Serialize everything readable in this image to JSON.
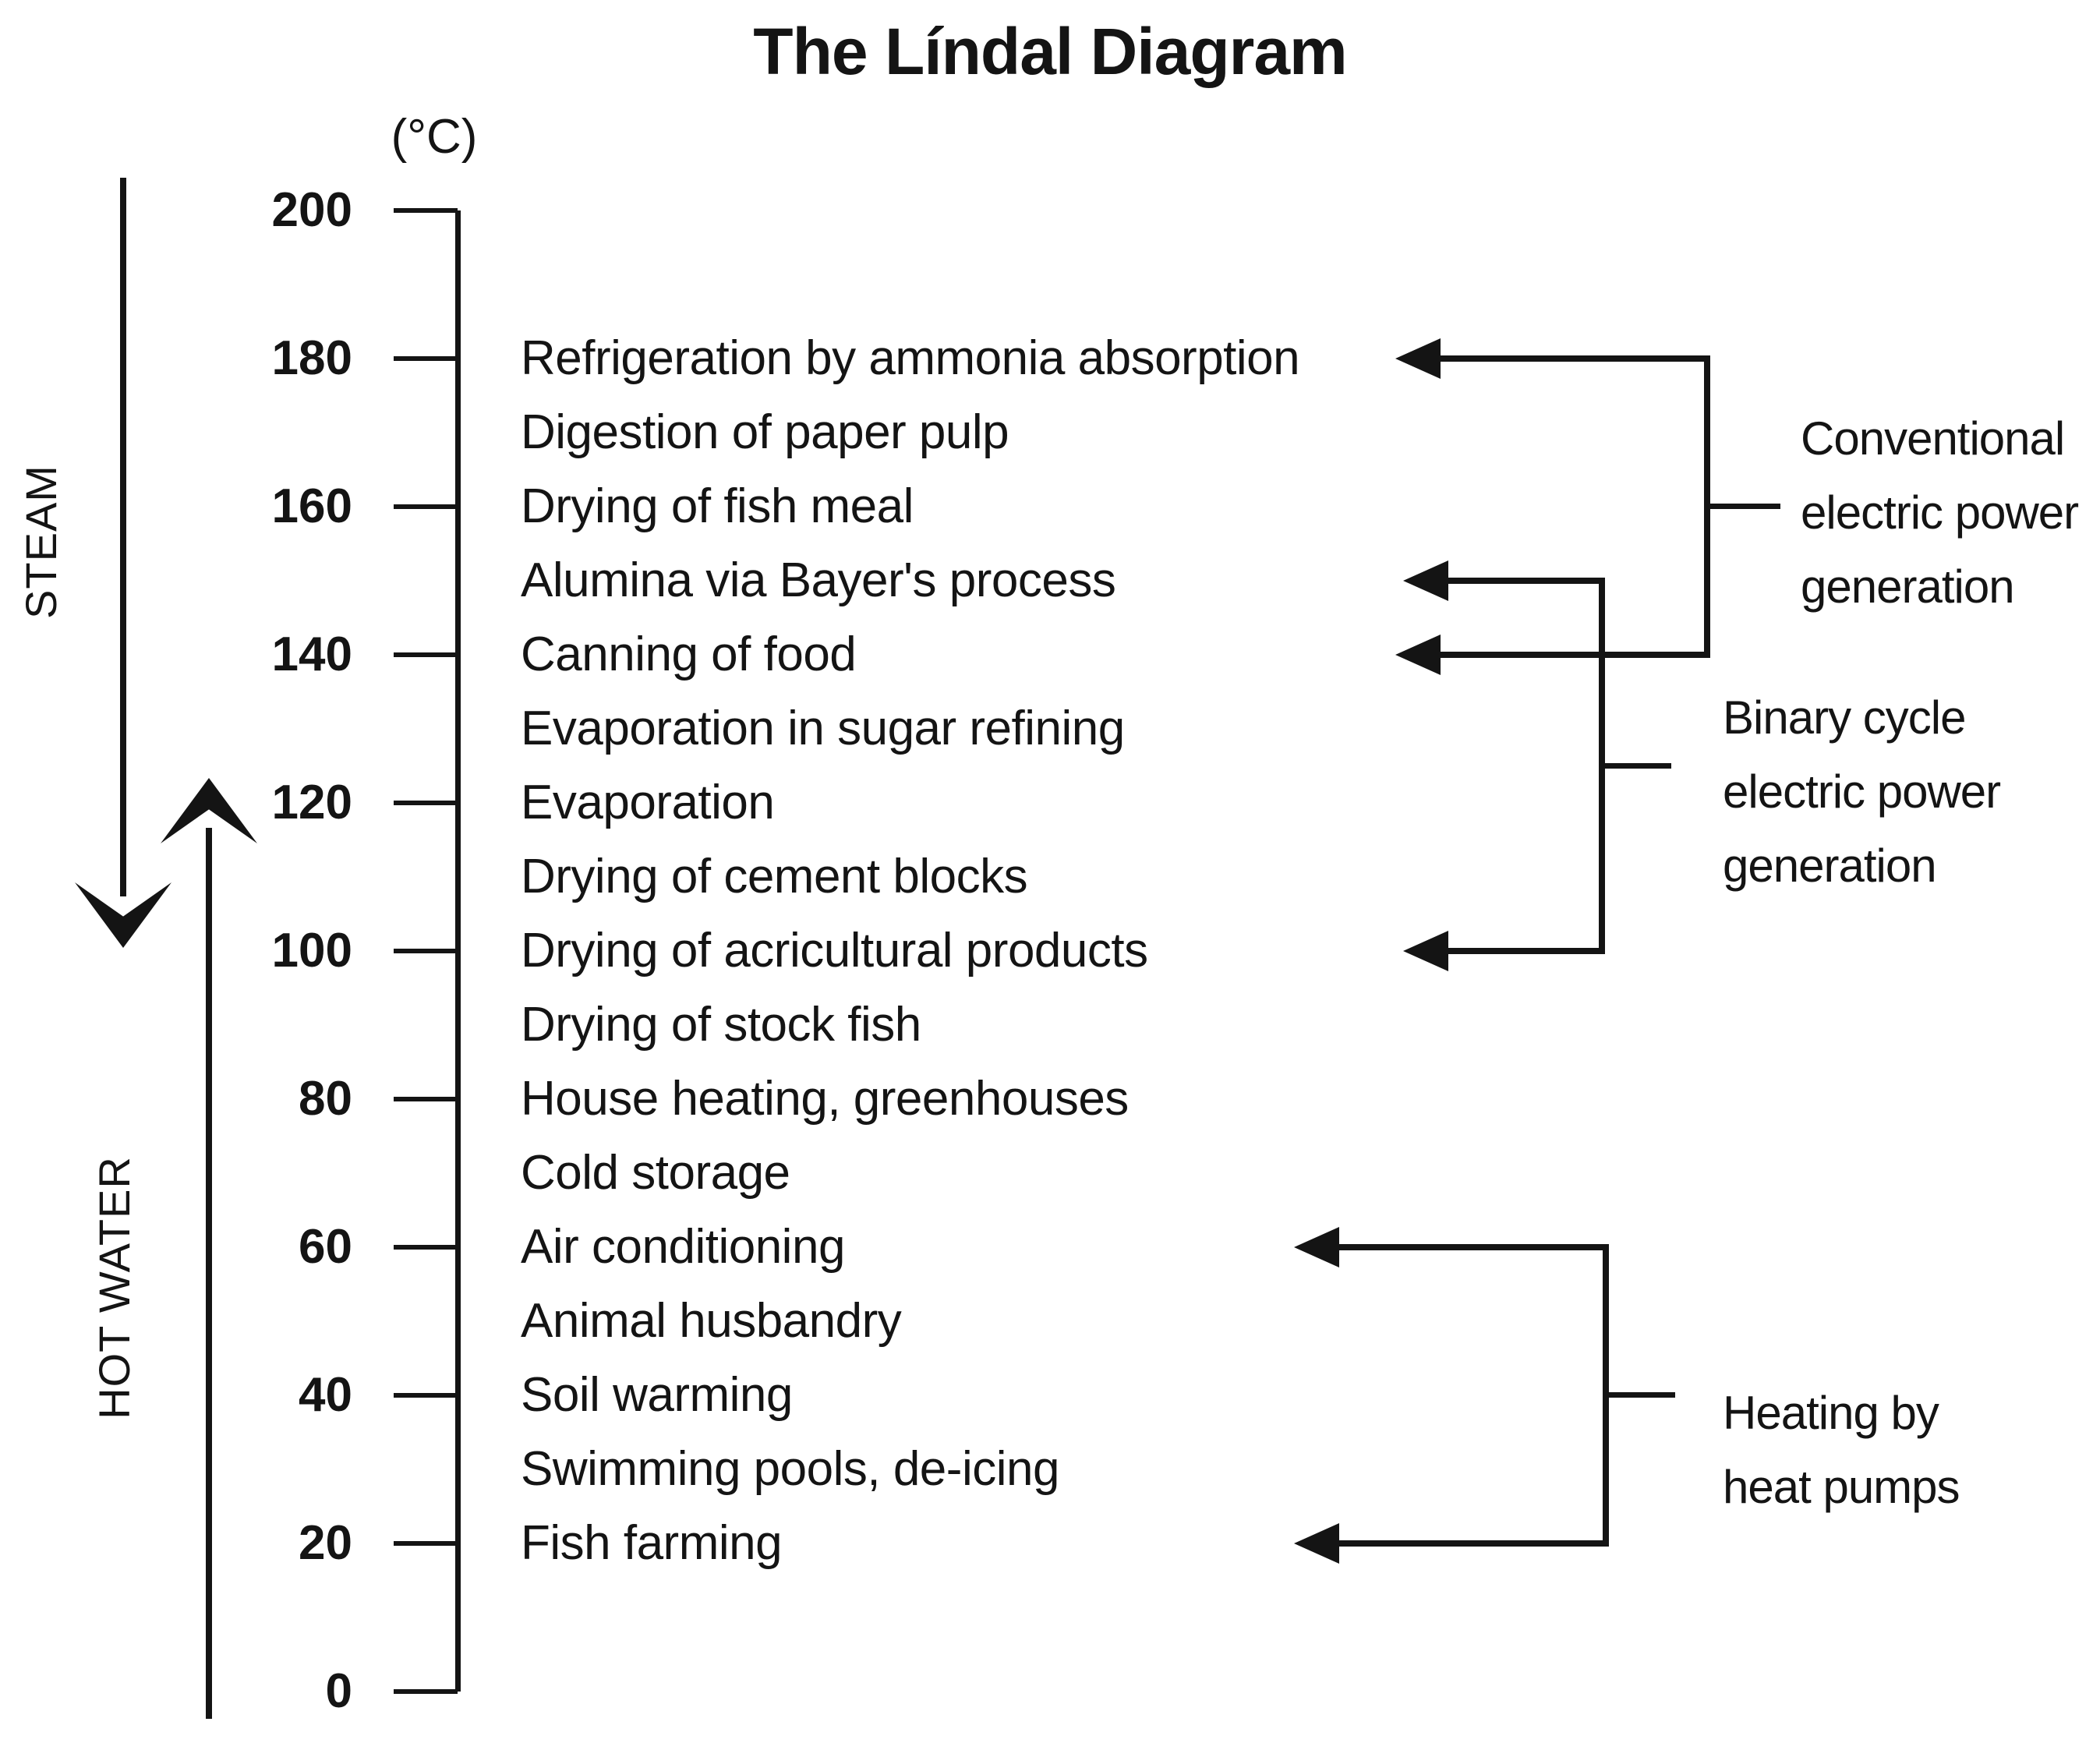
{
  "title": "The Líndal Diagram",
  "axis": {
    "unit_label": "(°C)",
    "min_c": 0,
    "max_c": 200,
    "tick_step_c": 20,
    "ticks": [
      200,
      180,
      160,
      140,
      120,
      100,
      80,
      60,
      40,
      20,
      0
    ]
  },
  "side_labels": {
    "steam": "STEAM",
    "hot_water": "HOT WATER"
  },
  "applications": [
    {
      "temp_c": 180,
      "label": "Refrigeration by ammonia absorption"
    },
    {
      "temp_c": 170,
      "label": "Digestion of paper pulp"
    },
    {
      "temp_c": 160,
      "label": "Drying of fish meal"
    },
    {
      "temp_c": 150,
      "label": "Alumina via Bayer's process"
    },
    {
      "temp_c": 140,
      "label": "Canning of food"
    },
    {
      "temp_c": 130,
      "label": "Evaporation in sugar refining"
    },
    {
      "temp_c": 120,
      "label": "Evaporation"
    },
    {
      "temp_c": 110,
      "label": "Drying of cement blocks"
    },
    {
      "temp_c": 100,
      "label": "Drying of acricultural products"
    },
    {
      "temp_c": 90,
      "label": "Drying of stock fish"
    },
    {
      "temp_c": 80,
      "label": "House heating, greenhouses"
    },
    {
      "temp_c": 70,
      "label": "Cold storage"
    },
    {
      "temp_c": 60,
      "label": "Air conditioning"
    },
    {
      "temp_c": 50,
      "label": "Animal husbandry"
    },
    {
      "temp_c": 40,
      "label": "Soil warming"
    },
    {
      "temp_c": 30,
      "label": "Swimming pools, de-icing"
    },
    {
      "temp_c": 20,
      "label": "Fish farming"
    }
  ],
  "use_groups": [
    {
      "id": "conventional",
      "label_lines": [
        "Conventional",
        "electric power",
        "generation"
      ],
      "arrow_temps_c": [
        180,
        140
      ]
    },
    {
      "id": "binary",
      "label_lines": [
        "Binary cycle",
        "electric power",
        "generation"
      ],
      "arrow_temps_c": [
        150,
        100
      ]
    },
    {
      "id": "heat-pumps",
      "label_lines": [
        "Heating by",
        "heat pumps"
      ],
      "arrow_temps_c": [
        60,
        20
      ]
    }
  ],
  "colors": {
    "ink": "#141414",
    "background": "#ffffff"
  }
}
